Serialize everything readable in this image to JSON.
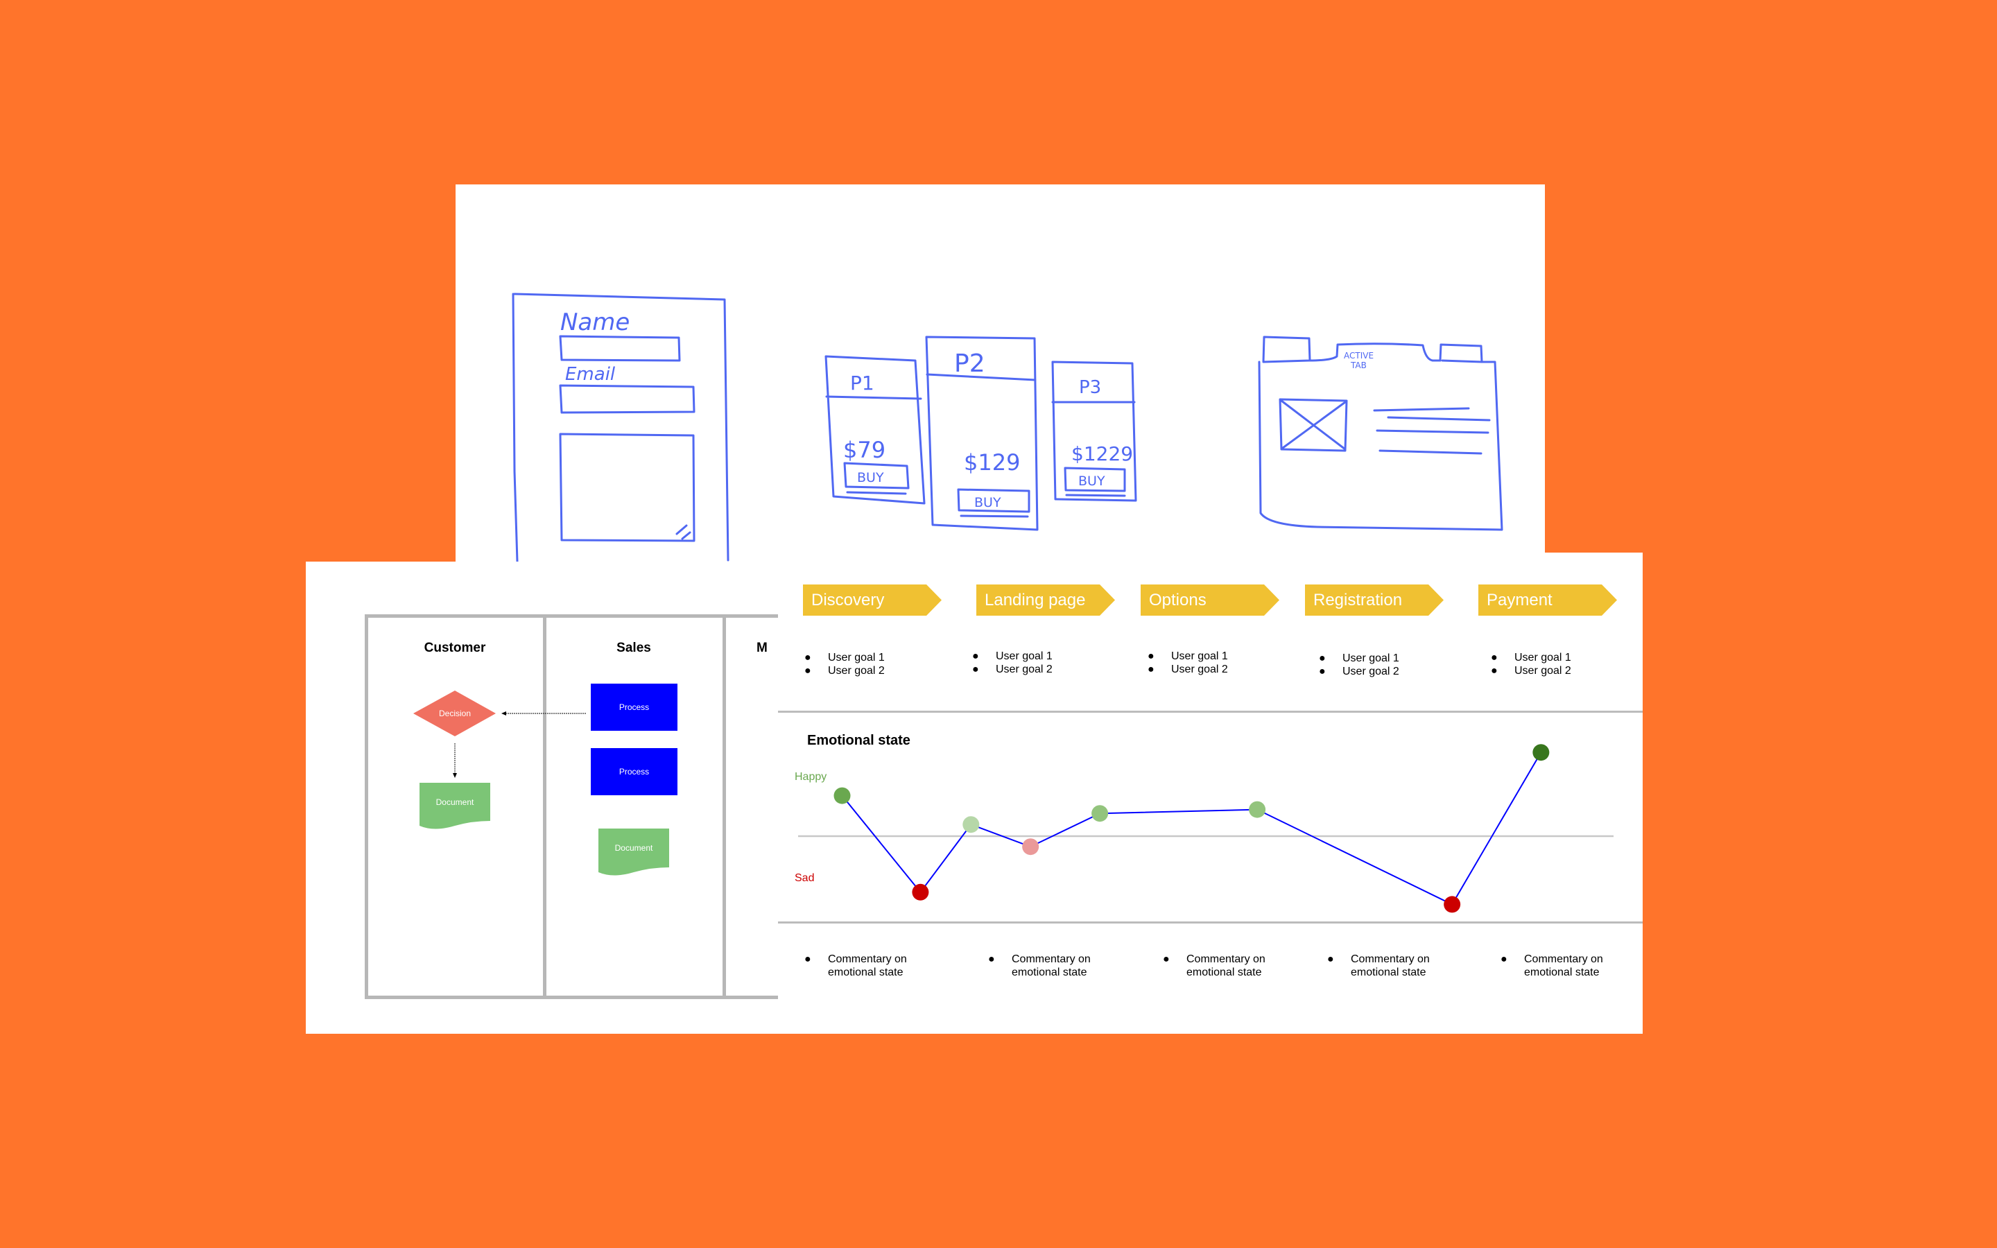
{
  "sketches": {
    "form": {
      "name_label": "Name",
      "email_label": "Email"
    },
    "pricing": [
      {
        "plan": "P1",
        "price": "$79",
        "button": "BUY"
      },
      {
        "plan": "P2",
        "price": "$129",
        "button": "BUY"
      },
      {
        "plan": "P3",
        "price": "$1229",
        "button": "BUY"
      }
    ],
    "tabs": {
      "active_tab_label_1": "ACTIVE",
      "active_tab_label_2": "TAB"
    }
  },
  "swimlane": {
    "lanes": [
      "Customer",
      "Sales",
      "M"
    ],
    "shapes": {
      "decision": "Decision",
      "process_1": "Process",
      "process_2": "Process",
      "document_1": "Document",
      "document_2": "Document"
    },
    "colors": {
      "decision": "#f07060",
      "process": "#0000ff",
      "document": "#7cc576"
    }
  },
  "journey": {
    "stages": [
      {
        "label": "Discovery",
        "goals": [
          "User goal 1",
          "User goal 2"
        ],
        "commentary": "Commentary on emotional state"
      },
      {
        "label": "Landing page",
        "goals": [
          "User goal 1",
          "User goal 2"
        ],
        "commentary": "Commentary on emotional state"
      },
      {
        "label": "Options",
        "goals": [
          "User goal 1",
          "User goal 2"
        ],
        "commentary": "Commentary on emotional state"
      },
      {
        "label": "Registration",
        "goals": [
          "User goal 1",
          "User goal 2"
        ],
        "commentary": "Commentary on emotional state"
      },
      {
        "label": "Payment",
        "goals": [
          "User goal 1",
          "User goal 2"
        ],
        "commentary": "Commentary on emotional state"
      }
    ],
    "stage_color": "#f0c132"
  },
  "chart_data": {
    "type": "line",
    "title": "Emotional state",
    "ylabels": {
      "happy": "Happy",
      "sad": "Sad"
    },
    "label_colors": {
      "happy": "#6aa84f",
      "sad": "#cc0000"
    },
    "xlim": [
      0,
      10
    ],
    "ylim": [
      -1.5,
      1.7
    ],
    "baseline": 0,
    "line_color": "#0000ff",
    "points": [
      {
        "x": 0.54,
        "y": 0.73,
        "color": "#6aa84f"
      },
      {
        "x": 1.5,
        "y": -1.01,
        "color": "#cc0000"
      },
      {
        "x": 2.12,
        "y": 0.21,
        "color": "#b6d7a8"
      },
      {
        "x": 2.85,
        "y": -0.19,
        "color": "#ea9999"
      },
      {
        "x": 3.7,
        "y": 0.41,
        "color": "#93c47d"
      },
      {
        "x": 5.63,
        "y": 0.48,
        "color": "#93c47d"
      },
      {
        "x": 8.02,
        "y": -1.23,
        "color": "#cc0000"
      },
      {
        "x": 9.11,
        "y": 1.51,
        "color": "#38761d"
      }
    ]
  }
}
